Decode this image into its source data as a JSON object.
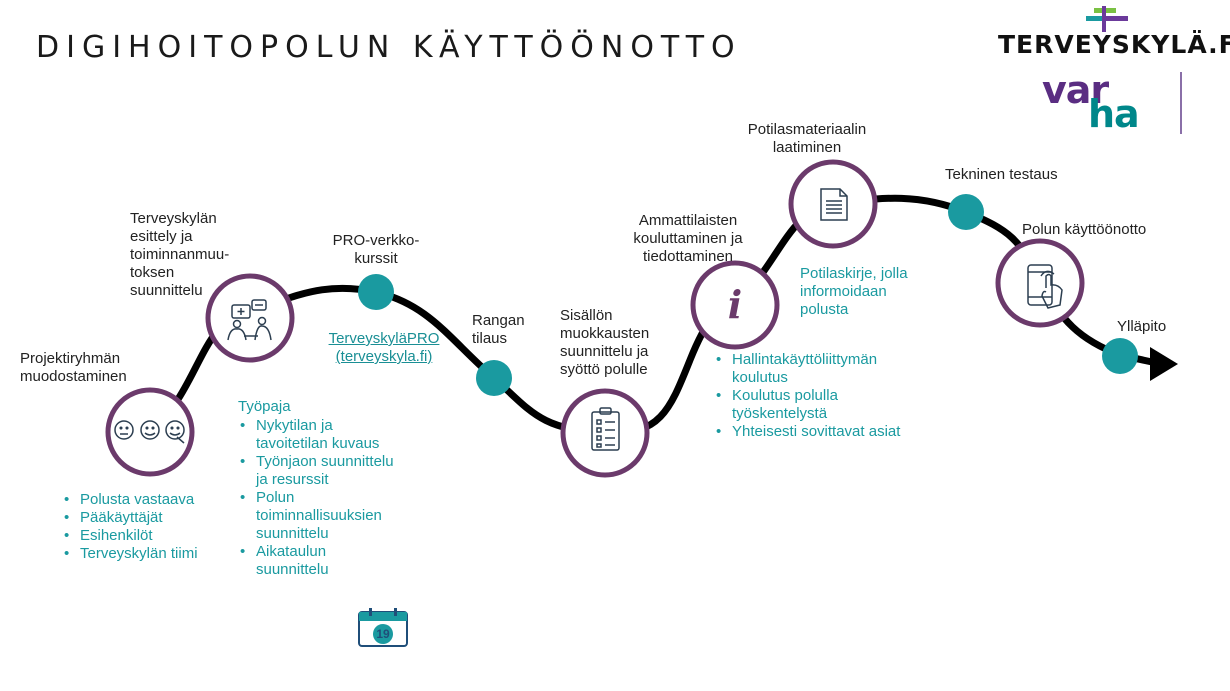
{
  "title": "DIGIHOITOPOLUN KÄYTTÖÖNOTTO",
  "logos": {
    "terveyskyla": "TERVEYSKYLÄ.FI",
    "varha_top": "var",
    "varha_bottom": "ha"
  },
  "colors": {
    "teal": "#1a9aa0",
    "purple": "#6b3a6b",
    "path": "#000000",
    "lime": "#7ac143",
    "varha_purple": "#5a2d82",
    "varha_teal": "#00878a"
  },
  "steps": {
    "projektiryhma": "Projektiryhmän muodostaminen",
    "esittely": "Terveyskylän esittely ja toiminnanmuu-toksen suunnittelu",
    "pro": "PRO-verkko-kurssit",
    "rangan": "Rangan tilaus",
    "sisallon": "Sisällön muokkausten suunnittelu ja syöttö polulle",
    "ammattilaisten": "Ammattilaisten kouluttaminen ja tiedottaminen",
    "potilasmateriaali": "Potilasmateriaalin laatiminen",
    "tekninen": "Tekninen testaus",
    "kayttoonotto": "Polun käyttöönotto",
    "yllapito": "Ylläpito"
  },
  "link": {
    "line1": "TerveyskyläPRO",
    "line2": "(terveyskyla.fi)"
  },
  "bullets_left": [
    "Polusta vastaava",
    "Pääkäyttäjät",
    "Esihenkilöt",
    "Terveyskylän tiimi"
  ],
  "workshop": {
    "heading": "Työpaja",
    "items": [
      "Nykytilan ja tavoitetilan kuvaus",
      "Työnjaon suunnittelu ja resurssit",
      "Polun toiminnallisuuksien suunnittelu",
      "Aikataulun suunnittelu"
    ],
    "calendar_day": "19"
  },
  "bullets_training": [
    "Hallintakäyttöliittymän koulutus",
    "Koulutus polulla työskentelystä",
    "Yhteisesti sovittavat asiat"
  ],
  "patient_letter": "Potilaskirje, jolla informoidaan polusta",
  "icons": {
    "faces": "smiley-faces-icon",
    "meeting": "meeting-icon",
    "checklist": "checklist-icon",
    "info": "info-icon",
    "document": "document-icon",
    "phone": "phone-touch-icon",
    "calendar": "calendar-icon"
  }
}
